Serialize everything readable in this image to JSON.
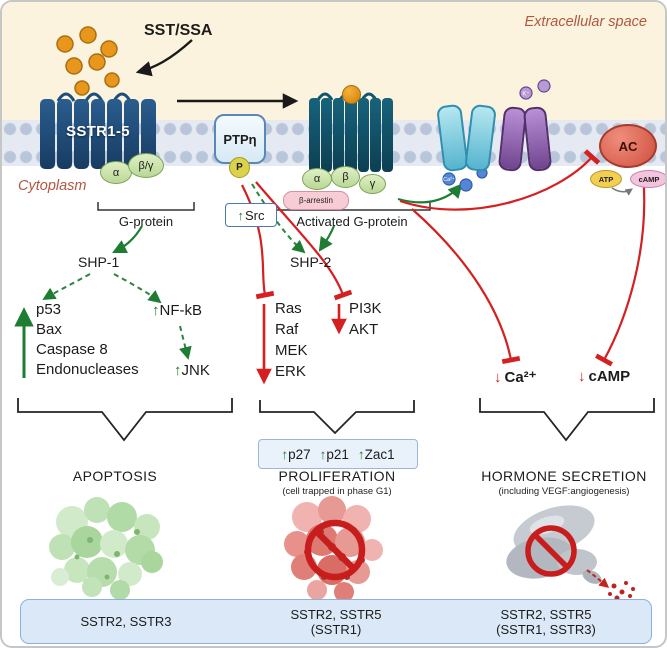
{
  "colors": {
    "accent_green": "#1e7d32",
    "accent_red": "#d42020",
    "extracellular_bg": "#fbf3dd",
    "membrane": "#b9c6da",
    "receptor_blue": "#1d4e79",
    "box_blue_bg": "#dbe8f7"
  },
  "header": {
    "ligand": "SST/SSA",
    "extracellular": "Extracellular space",
    "cytoplasm": "Cytoplasm"
  },
  "proteins": {
    "sstr": "SSTR1-5",
    "ptp": "PTPη",
    "phospho": "P",
    "src": "Src",
    "ac": "AC",
    "atp": "ATP",
    "camp_small": "cAMP",
    "alpha": "α",
    "beta_gamma": "β/γ",
    "beta": "β",
    "gamma": "γ",
    "beta_arrestin": "β-arrestin",
    "g_protein": "G-protein",
    "activated_g_protein": "Activated G-protein"
  },
  "signaling": {
    "shp1": "SHP-1",
    "shp2": "SHP-2",
    "apoptosis_targets": [
      "p53",
      "Bax",
      "Caspase 8",
      "Endonucleases"
    ],
    "nfkb": "NF-kB",
    "jnk": "JNK",
    "mapk": [
      "Ras",
      "Raf",
      "MEK",
      "ERK"
    ],
    "pi3k": [
      "PI3K",
      "AKT"
    ],
    "cell_cycle": [
      "p27",
      "p21",
      "Zac1"
    ],
    "calcium": "Ca²⁺",
    "camp": "cAMP",
    "ca_ion": "Ca²⁺",
    "k_ion": "K⁺"
  },
  "glyphs": {
    "up": "↑",
    "down": "↓"
  },
  "outcomes": [
    {
      "title": "APOPTOSIS",
      "subtitle": "",
      "receptors_line1": "SSTR2, SSTR3",
      "receptors_line2": ""
    },
    {
      "title": "PROLIFERATION",
      "subtitle": "(cell trapped in phase G1)",
      "receptors_line1": "SSTR2, SSTR5",
      "receptors_line2": "(SSTR1)"
    },
    {
      "title": "HORMONE SECRETION",
      "subtitle": "(including VEGF:angiogenesis)",
      "receptors_line1": "SSTR2, SSTR5",
      "receptors_line2": "(SSTR1, SSTR3)"
    }
  ]
}
